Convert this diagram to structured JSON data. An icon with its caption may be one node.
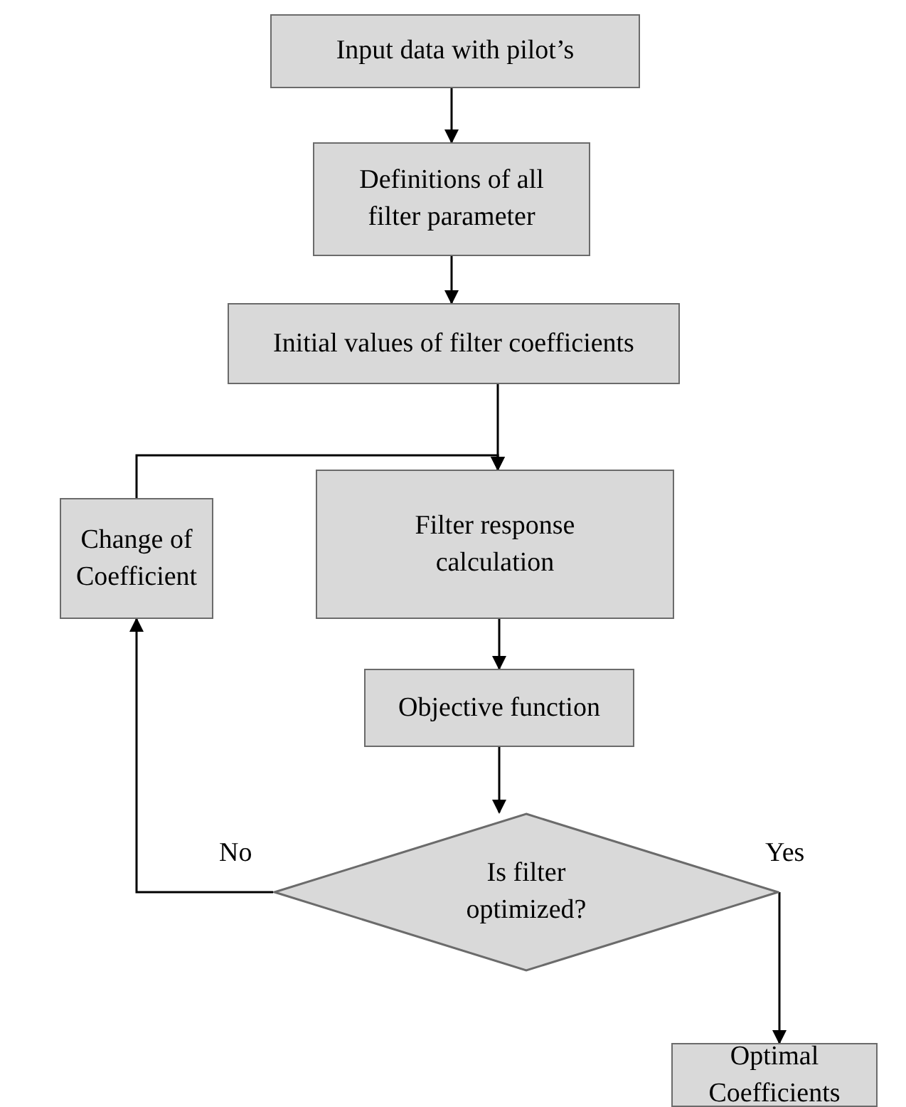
{
  "diagram": {
    "nodes": [
      {
        "text": [
          "Input data with pilot’s"
        ]
      },
      {
        "text": [
          "Definitions of all filter parameter"
        ]
      },
      {
        "text": [
          "Initial values of filter coefficients"
        ]
      },
      {
        "text": [
          "Change of Coefficient"
        ]
      },
      {
        "text": [
          "Filter response calculation"
        ]
      },
      {
        "text": [
          "Objective function"
        ]
      },
      {
        "text": [
          "Is filter optimized?"
        ]
      },
      {
        "text": [
          "Optimal Coefficients"
        ]
      }
    ],
    "edges": [
      {
        "from": 0,
        "to": 1,
        "arrow": "to"
      },
      {
        "from": 1,
        "to": 2,
        "arrow": "to"
      },
      {
        "from": 2,
        "to": 4,
        "arrow": "to"
      },
      {
        "from": 3,
        "to": 4,
        "arrow": "to"
      },
      {
        "from": 4,
        "to": 5,
        "arrow": "to"
      },
      {
        "from": 5,
        "to": 6,
        "arrow": "to"
      },
      {
        "from": 6,
        "to": 3,
        "label": "No",
        "arrow": "to"
      },
      {
        "from": 6,
        "to": 7,
        "label": "Yes",
        "arrow": "to"
      }
    ]
  }
}
